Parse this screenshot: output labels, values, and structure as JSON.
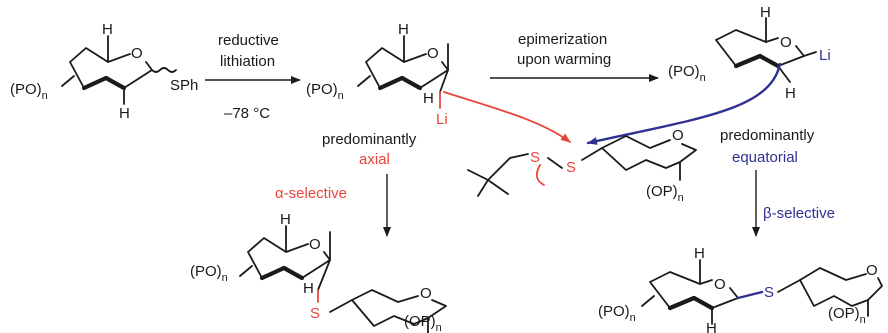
{
  "labels": {
    "PO": "(PO)",
    "OP": "(OP)",
    "n": "n",
    "O": "O",
    "H": "H",
    "SPh": "SPh",
    "Li": "Li",
    "S": "S",
    "step1_line1": "reductive",
    "step1_line2": "lithiation",
    "temp": "–78 °C",
    "step2_line1": "epimerization",
    "step2_line2": "upon warming",
    "axial_line1": "predominantly",
    "axial_line2": "axial",
    "alpha": "α-selective",
    "equatorial_line1": "predominantly",
    "equatorial_line2": "equatorial",
    "beta": "β-selective"
  },
  "colors": {
    "alpha_red": "#e8453c",
    "beta_blue": "#2e3192",
    "ink": "#1a1a1a"
  }
}
